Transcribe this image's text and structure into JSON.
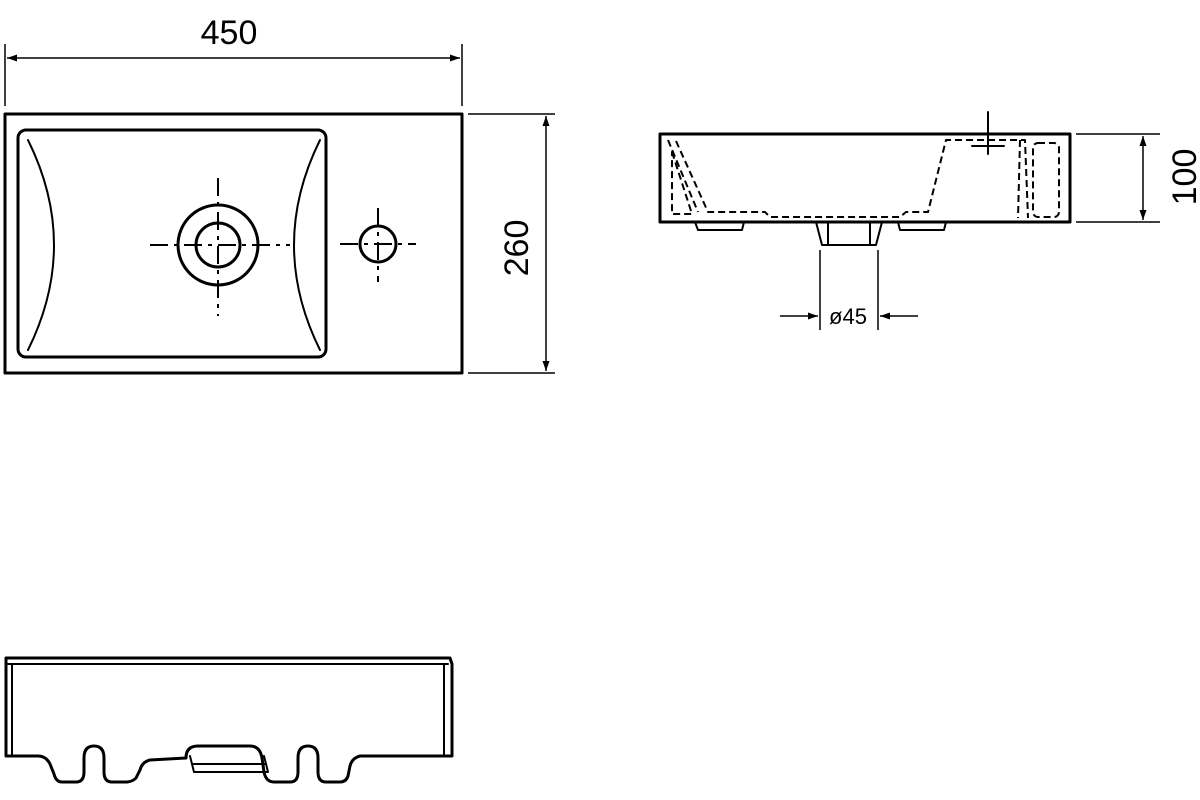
{
  "dimensions": {
    "width": "450",
    "depth": "260",
    "height": "100",
    "drain": "ø45"
  },
  "colors": {
    "line": "#000000",
    "background": "#ffffff"
  }
}
